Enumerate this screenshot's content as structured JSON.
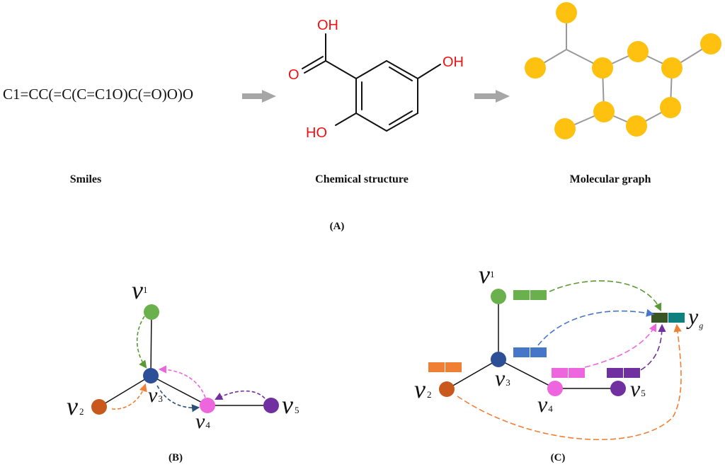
{
  "panel_a": {
    "smiles_string": "C1=CC(=C(C=C1O)C(=O)O)O",
    "smiles_caption": "Smiles",
    "chemical_caption": "Chemical structure",
    "molecular_caption": "Molecular graph",
    "panel_label": "(A)",
    "atom_labels": {
      "oh_top": "OH",
      "o_left": "O",
      "oh_right": "OH",
      "ho_bottom": "HO"
    }
  },
  "panel_b": {
    "panel_label": "(B)",
    "nodes": [
      {
        "id": "v1",
        "letter": "v",
        "sub": "1",
        "color": "#6ab04c"
      },
      {
        "id": "v2",
        "letter": "v",
        "sub": "2",
        "color": "#c8581c"
      },
      {
        "id": "v3",
        "letter": "v",
        "sub": "3",
        "color": "#2c4f97"
      },
      {
        "id": "v4",
        "letter": "v",
        "sub": "4",
        "color": "#ee66dd"
      },
      {
        "id": "v5",
        "letter": "v",
        "sub": "5",
        "color": "#7030a0"
      }
    ]
  },
  "panel_c": {
    "panel_label": "(C)",
    "graph_label": {
      "letter": "y",
      "sub": "g"
    },
    "nodes": [
      {
        "id": "v1",
        "letter": "v",
        "sub": "1",
        "color": "#6ab04c"
      },
      {
        "id": "v2",
        "letter": "v",
        "sub": "2",
        "color": "#c8581c"
      },
      {
        "id": "v3",
        "letter": "v",
        "sub": "3",
        "color": "#2c4f97"
      },
      {
        "id": "v4",
        "letter": "v",
        "sub": "4",
        "color": "#ee66dd"
      },
      {
        "id": "v5",
        "letter": "v",
        "sub": "5",
        "color": "#7030a0"
      }
    ],
    "feature_colors": {
      "v1": "#6ab04c",
      "v2": "#f07f36",
      "v3": "#4676c8",
      "v4": "#ee66dd",
      "v5": "#7030a0",
      "yg_left": "#375623",
      "yg_right": "#0e8080"
    }
  },
  "colors": {
    "atom_red": "#ee1111",
    "graph_node_yellow": "#fec10f",
    "graph_edge_gray": "#999999",
    "arrow_gray": "#a6a6a6",
    "bond_black": "#111111"
  }
}
